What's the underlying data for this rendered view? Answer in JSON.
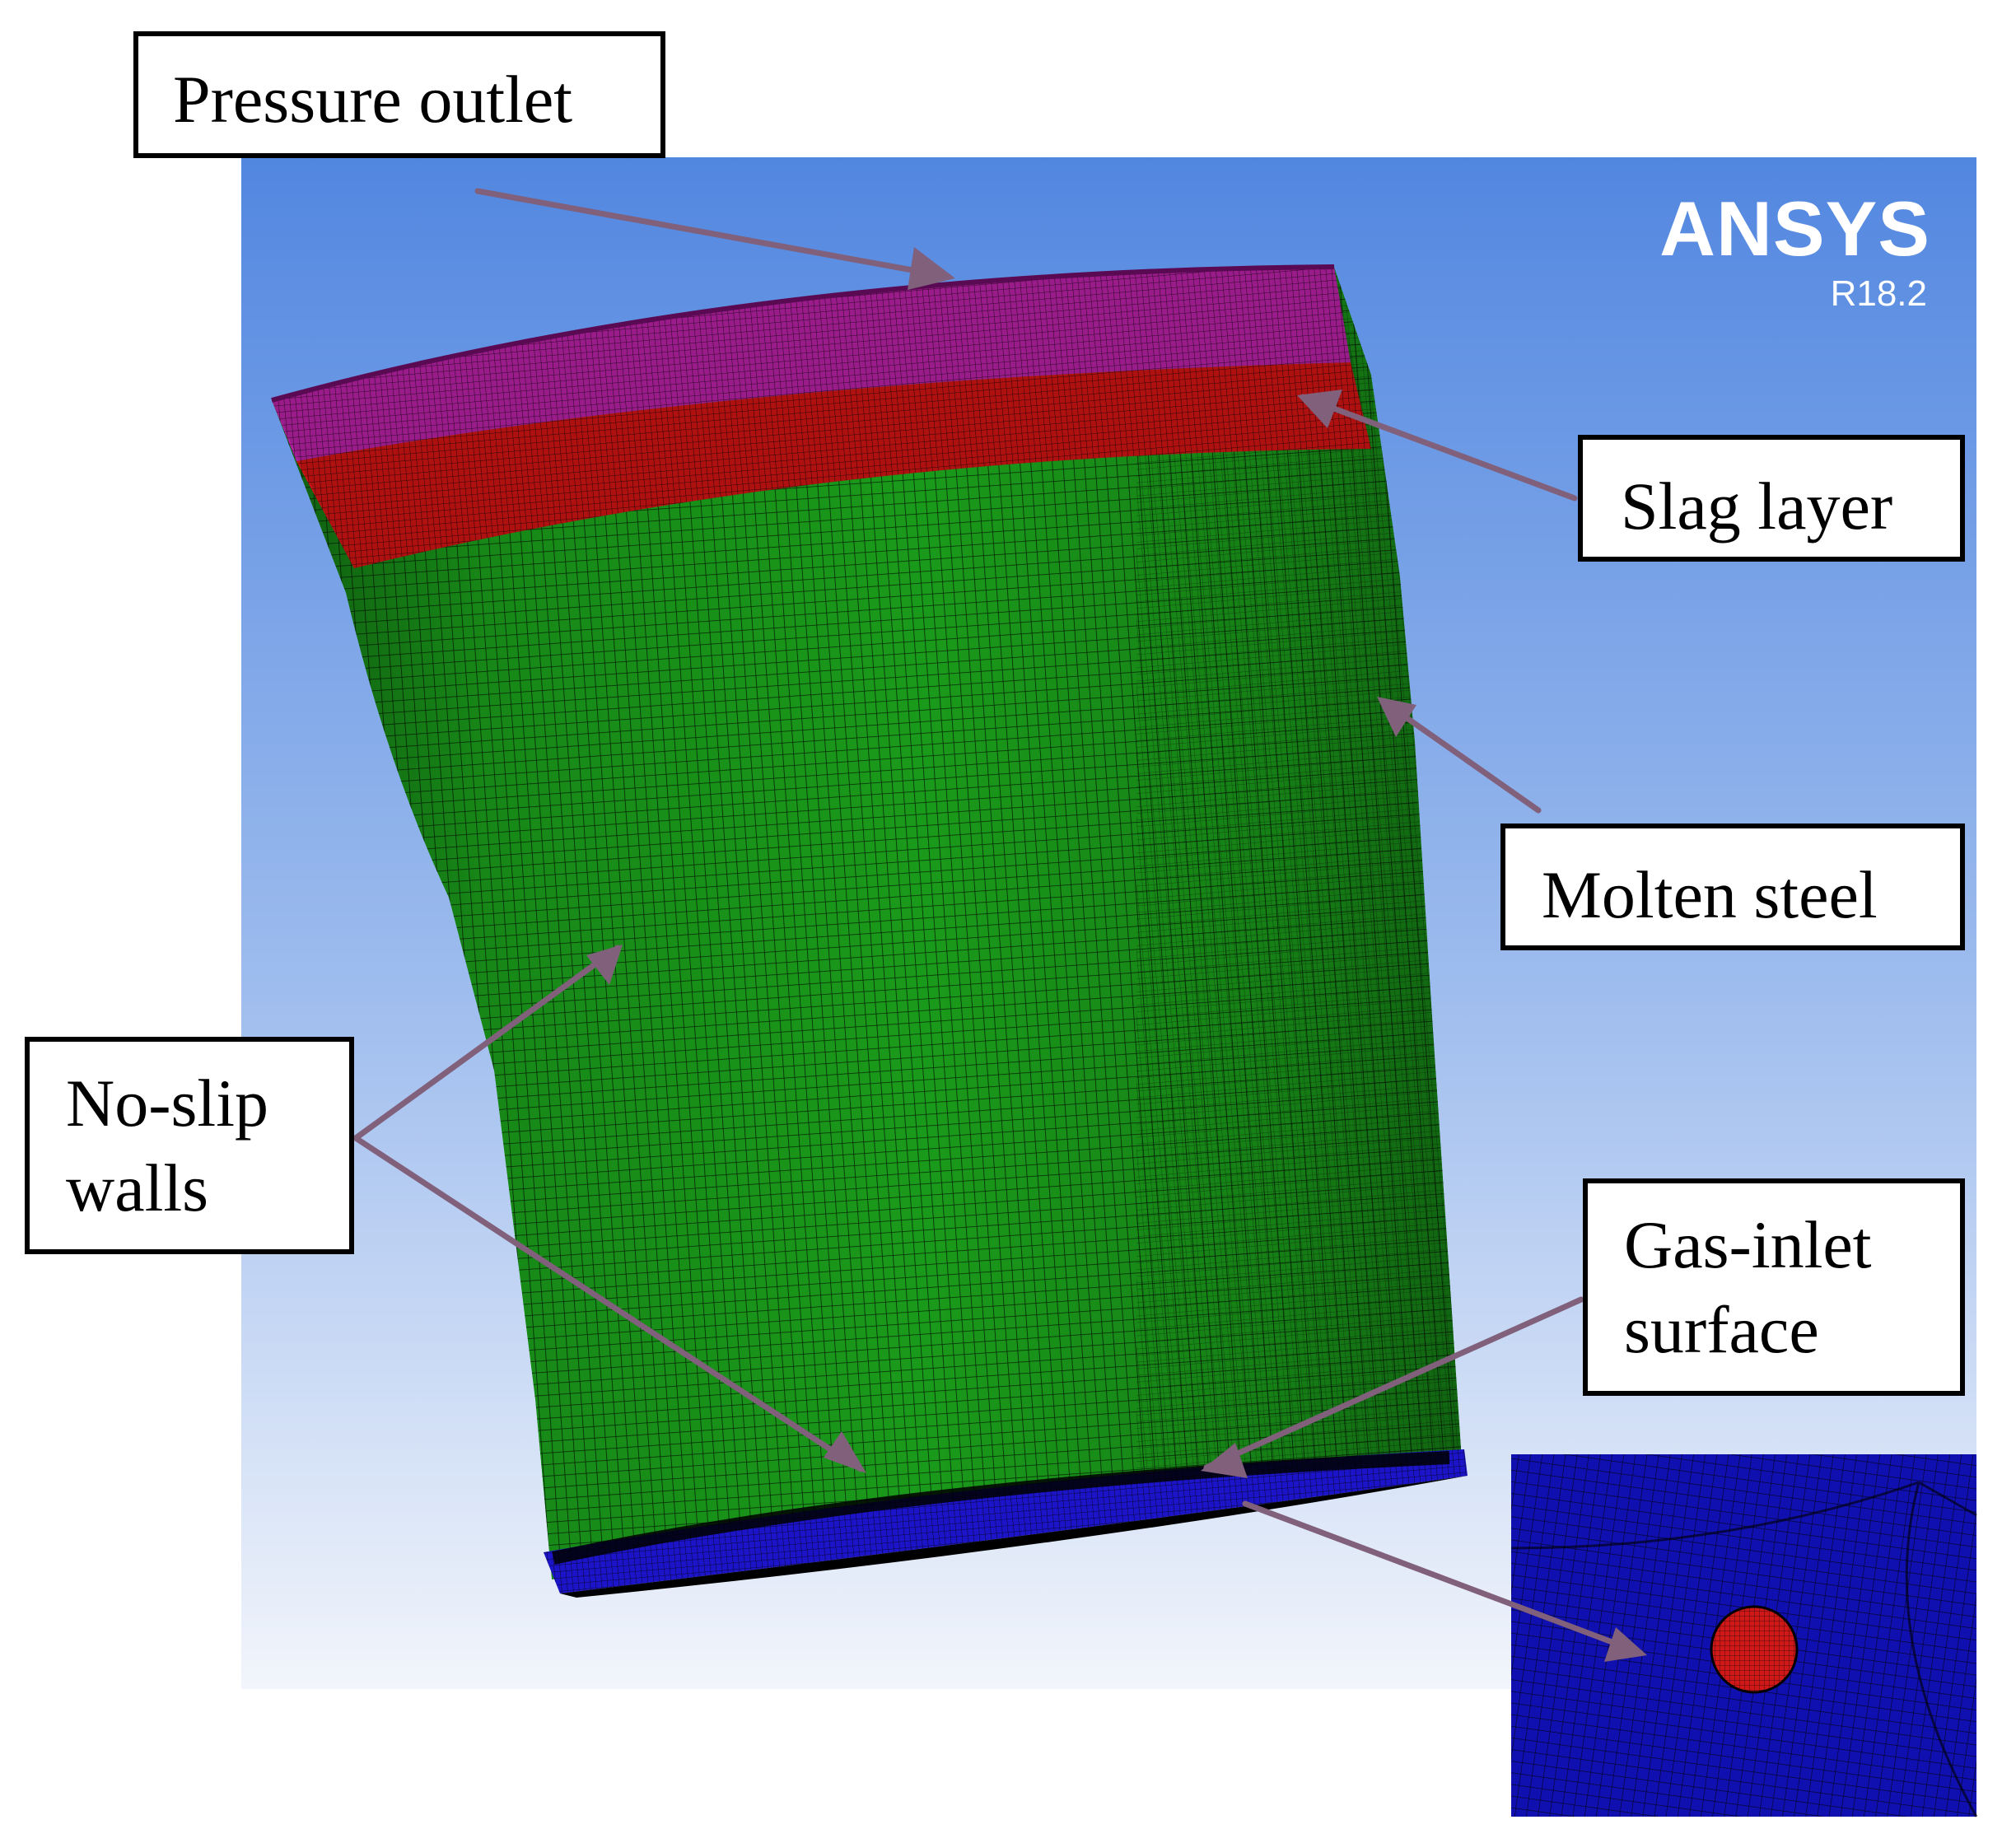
{
  "labels": {
    "pressure_outlet": "Pressure outlet",
    "slag_layer": "Slag layer",
    "molten_steel": "Molten steel",
    "no_slip_line1": "No-slip",
    "no_slip_line2": "walls",
    "gas_inlet_line1": "Gas-inlet",
    "gas_inlet_line2": "surface"
  },
  "branding": {
    "name": "ANSYS",
    "version": "R18.2"
  },
  "colors": {
    "background_top": "#5287e0",
    "background_bottom": "#f2f5fb",
    "pressure_outlet_zone": "#b0209e",
    "slag_layer_zone": "#c81414",
    "molten_steel_zone": "#1a9a1a",
    "gas_inlet_zone": "#1c14c8",
    "inset_background": "#1010b0",
    "inset_nozzle": "#d01818",
    "arrow": "#80607a",
    "mesh_line": "#000000"
  }
}
